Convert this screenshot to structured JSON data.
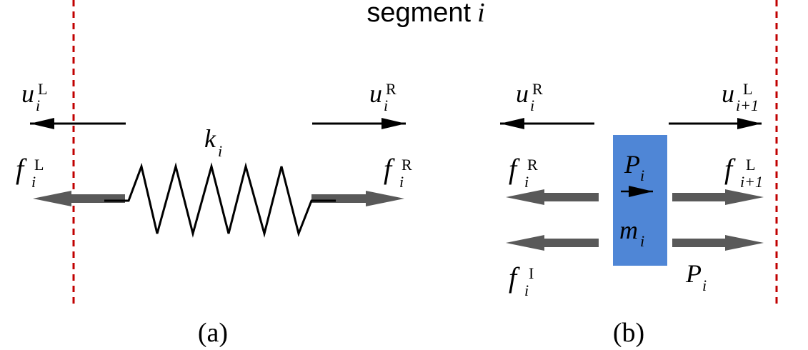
{
  "title": {
    "word": "segment",
    "index": "i"
  },
  "panel_a": {
    "caption": "(a)",
    "displacement_left": {
      "symbol": "u",
      "sub": "i",
      "sup": "L"
    },
    "displacement_right": {
      "symbol": "u",
      "sub": "i",
      "sup": "R"
    },
    "stiffness": {
      "symbol": "k",
      "sub": "i"
    },
    "force_left": {
      "symbol": "f",
      "sub": "i",
      "sup": "L"
    },
    "force_right": {
      "symbol": "f",
      "sub": "i",
      "sup": "R"
    }
  },
  "panel_b": {
    "caption": "(b)",
    "displacement_left": {
      "symbol": "u",
      "sub": "i",
      "sup": "R"
    },
    "displacement_right": {
      "symbol": "u",
      "sub": "i+1",
      "sup": "L"
    },
    "force_left_top": {
      "symbol": "f",
      "sub": "i",
      "sup": "R"
    },
    "force_left_bottom": {
      "symbol": "f",
      "sub": "i",
      "sup": "I"
    },
    "force_right_top": {
      "symbol": "f",
      "sub": "i+1",
      "sup": "L"
    },
    "force_right_bottom": {
      "symbol": "P",
      "sub": "i"
    },
    "mass_block_top": {
      "symbol": "P",
      "sub": "i"
    },
    "mass_block_bottom": {
      "symbol": "m",
      "sub": "i"
    }
  },
  "colors": {
    "boundary_line": "#c00000",
    "mass_block": "#4f86d6",
    "force_arrow": "#595959",
    "displacement_arrow": "#000000"
  }
}
